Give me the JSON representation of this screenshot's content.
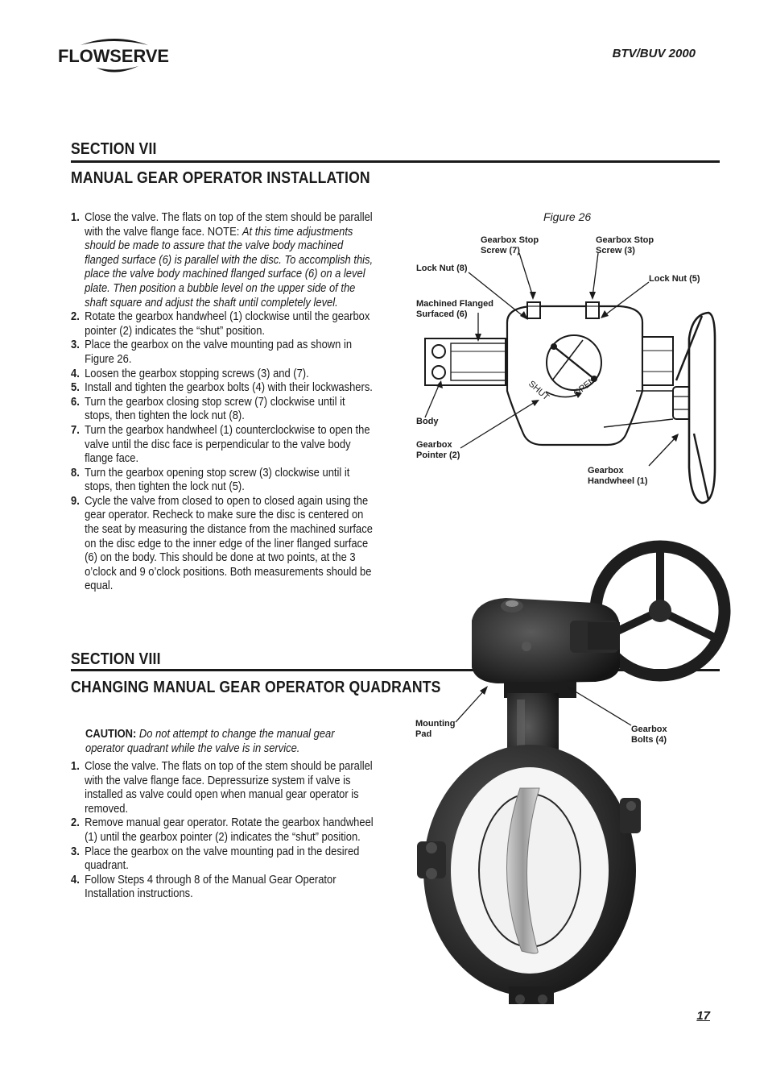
{
  "header": {
    "brand": "FLOWSERVE",
    "doc_id": "BTV/BUV 2000"
  },
  "section7": {
    "label": "SECTION VII",
    "title": "MANUAL GEAR OPERATOR INSTALLATION",
    "steps": [
      {
        "num": "1.",
        "text": "Close the valve. The flats on top of the stem should be parallel with the valve flange face. NOTE:",
        "italic": "At this time adjustments should be made to assure that the valve body machined flanged surface (6) is parallel with the disc. To accomplish this, place the valve body machined flanged surface (6) on a level plate. Then position a bubble level on the upper side of the shaft square and adjust the shaft until completely level."
      },
      {
        "num": "2.",
        "text": "Rotate the gearbox handwheel (1) clockwise until the gearbox pointer (2) indicates the “shut” position."
      },
      {
        "num": "3.",
        "text": "Place the gearbox on the valve mounting pad as shown in Figure 26."
      },
      {
        "num": "4.",
        "text": "Loosen the gearbox stopping screws (3) and (7)."
      },
      {
        "num": "5.",
        "text": "Install and tighten the gearbox bolts (4) with their lockwashers."
      },
      {
        "num": "6.",
        "text": "Turn the gearbox closing stop screw (7) clockwise until it stops, then tighten the lock nut (8)."
      },
      {
        "num": "7.",
        "text": "Turn the gearbox handwheel (1) counterclockwise to open the valve until the disc face is perpendicular to the valve body flange face."
      },
      {
        "num": "8.",
        "text": "Turn the gearbox opening stop screw (3) clockwise until it stops, then tighten the lock nut (5)."
      },
      {
        "num": "9.",
        "text": "Cycle the valve from closed to open to closed again using the gear operator. Recheck to make sure the disc is centered on the seat by measuring the distance from the machined surface on the disc edge to the inner edge of the liner flanged surface (6) on the body. This should be done at two points, at the 3 o’clock and 9 o’clock positions. Both measurements should be equal."
      }
    ]
  },
  "figure26": {
    "caption": "Figure 26",
    "labels": {
      "stop_screw_7": [
        "Gearbox Stop",
        "Screw (7)"
      ],
      "stop_screw_3": [
        "Gearbox Stop",
        "Screw (3)"
      ],
      "lock_nut_8": "Lock Nut (8)",
      "lock_nut_5": "Lock Nut (5)",
      "machined": [
        "Machined Flanged",
        "Surfaced (6)"
      ],
      "body": "Body",
      "pointer": [
        "Gearbox",
        "Pointer (2)"
      ],
      "handwheel": [
        "Gearbox",
        "Handwheel (1)"
      ]
    },
    "dial_shut": "SHUT",
    "dial_open": "OPEN"
  },
  "section8": {
    "label": "SECTION VIII",
    "title": "CHANGING MANUAL GEAR OPERATOR QUADRANTS",
    "caution_label": "CAUTION:",
    "caution_text": "Do not attempt to change the manual gear operator quadrant while the valve is in service.",
    "steps": [
      {
        "num": "1.",
        "text": "Close the valve. The flats on top of the stem should be parallel with the valve flange face. Depressurize system if valve is installed as valve could open when manual gear operator is removed."
      },
      {
        "num": "2.",
        "text": "Remove manual gear operator. Rotate the gearbox handwheel (1) until the gearbox pointer (2) indicates the “shut” position."
      },
      {
        "num": "3.",
        "text": "Place the gearbox on the valve mounting pad in the desired quadrant."
      },
      {
        "num": "4.",
        "text": "Follow Steps 4 through 8 of the Manual Gear Operator Installation instructions."
      }
    ]
  },
  "photo": {
    "labels": {
      "mounting_pad": [
        "Mounting",
        "Pad"
      ],
      "gearbox_bolts": [
        "Gearbox",
        "Bolts (4)"
      ]
    }
  },
  "footer": {
    "page_number": "17"
  }
}
